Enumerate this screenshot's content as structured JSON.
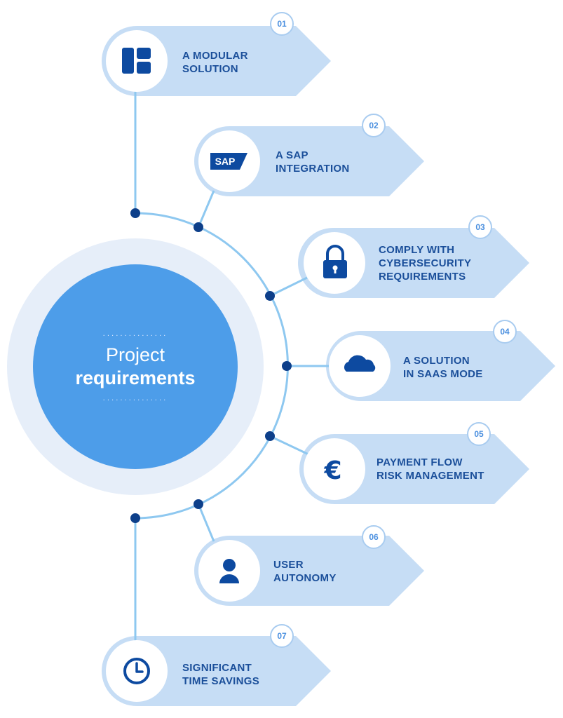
{
  "center": {
    "dots": "...............",
    "line1": "Project",
    "line2": "requirements"
  },
  "colors": {
    "tab": "#c6ddf5",
    "tab_shadow": "#dbe9f8",
    "connector": "#8ec8f0",
    "node": "#0d3f8a",
    "center": "#4d9de9",
    "center_ring": "#e6eef9",
    "text": "#1b4f9a",
    "icon": "#0d4aa0"
  },
  "items": [
    {
      "number": "01",
      "label": "A MODULAR\nSOLUTION",
      "icon": "modules-icon"
    },
    {
      "number": "02",
      "label": "A SAP\nINTEGRATION",
      "icon": "sap-logo-icon",
      "icon_text": "SAP"
    },
    {
      "number": "03",
      "label": "COMPLY WITH\nCYBERSECURITY\nREQUIREMENTS",
      "icon": "padlock-icon"
    },
    {
      "number": "04",
      "label": "A SOLUTION\nIN SAAS MODE",
      "icon": "cloud-icon"
    },
    {
      "number": "05",
      "label": "PAYMENT FLOW\nRISK MANAGEMENT",
      "icon": "euro-icon",
      "icon_text": "€"
    },
    {
      "number": "06",
      "label": "USER\nAUTONOMY",
      "icon": "user-icon"
    },
    {
      "number": "07",
      "label": "SIGNIFICANT\nTIME SAVINGS",
      "icon": "clock-icon"
    }
  ]
}
